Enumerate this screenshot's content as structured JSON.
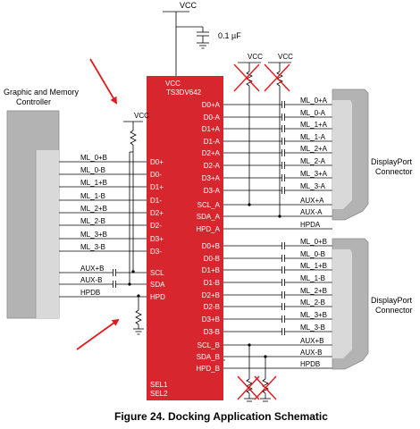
{
  "colors": {
    "chip_fill": "#d7262d",
    "connector_gray": "#b3b3b3",
    "connector_light": "#d9d9d9",
    "arrow_red": "#e3191c",
    "cross_red": "#e3191c"
  },
  "chip": {
    "name": "TS3DV642",
    "vcc_label": "VCC",
    "left_pins": [
      "D0+",
      "D0-",
      "D1+",
      "D1-",
      "D2+",
      "D2-",
      "D3+",
      "D3-",
      "SCL",
      "SDA",
      "HPD"
    ],
    "right_pins_a": [
      "D0+A",
      "D0-A",
      "D1+A",
      "D1-A",
      "D2+A",
      "D2-A",
      "D3+A",
      "D3-A",
      "SCL_A",
      "SDA_A",
      "HPD_A"
    ],
    "right_pins_b": [
      "D0+B",
      "D0-B",
      "D1+B",
      "D1-B",
      "D2+B",
      "D2-B",
      "D3+B",
      "D3-B",
      "SCL_B",
      "SDA_B",
      "HPD_B"
    ],
    "sel_pins": [
      "SEL1",
      "SEL2"
    ]
  },
  "power": {
    "top_vcc": "VCC",
    "cap_value": "0.1 µF",
    "pullup_vcc_left": "VCC",
    "pullup_vcc_a1": "VCC",
    "pullup_vcc_a2": "VCC"
  },
  "source": {
    "title_line1": "Graphic and Memory",
    "title_line2": "Controller",
    "signals": [
      "ML_0+B",
      "ML_0-B",
      "ML_1+B",
      "ML_1-B",
      "ML_2+B",
      "ML_2-B",
      "ML_3+B",
      "ML_3-B",
      "AUX+B",
      "AUX-B",
      "HPDB"
    ]
  },
  "port_a": {
    "signals": [
      "ML_0+A",
      "ML_0-A",
      "ML_1+A",
      "ML_1-A",
      "ML_2+A",
      "ML_2-A",
      "ML_3+A",
      "ML_3-A",
      "AUX+A",
      "AUX-A",
      "HPDA"
    ],
    "label_line1": "DisplayPort",
    "label_line2": "Connector"
  },
  "port_b": {
    "signals": [
      "ML_0+B",
      "ML_0-B",
      "ML_1+B",
      "ML_1-B",
      "ML_2+B",
      "ML_2-B",
      "ML_3+B",
      "ML_3-B",
      "AUX+B",
      "AUX-B",
      "HPDB"
    ],
    "label_line1": "DisplayPort",
    "label_line2": "Connector"
  },
  "caption": "Figure 24.  Docking Application Schematic"
}
